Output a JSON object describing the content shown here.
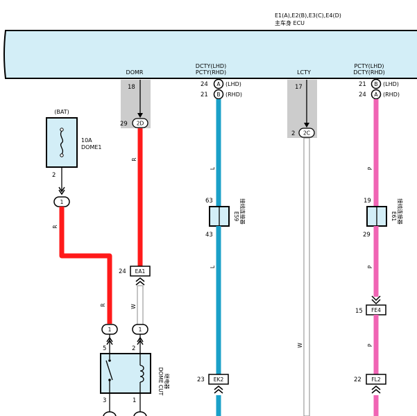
{
  "ecu": {
    "header_line1": "E1(A),E2(B),E3(C),E4(D)",
    "header_line2": "主车身 ECU",
    "panel_color": "#d3eef7",
    "signals": {
      "domr": "DOMR",
      "dcty_1": "DCTY(LHD)",
      "dcty_2": "PCTY(RHD)",
      "lcty": "LCTY",
      "pcty_1": "PCTY(LHD)",
      "pcty_2": "DCTY(RHD)"
    }
  },
  "colors": {
    "red_wire": "#ff1a1a",
    "blue_wire": "#1aa0c8",
    "pink_wire": "#f064b4",
    "gray_box": "#cccccc",
    "fill": "#d3eef7"
  },
  "fuse": {
    "source": "(BAT)",
    "rating": "10A",
    "name": "DOME1",
    "pin_out": "2",
    "conn": "1"
  },
  "domr_branch": {
    "pin_top": "18",
    "pin_mid": "29",
    "conn": "2D",
    "wire_color": "R",
    "lower_pin": "24",
    "lower_conn": "EA1",
    "white_wire": "W"
  },
  "bat_branch": {
    "wire_color_1": "R",
    "wire_color_2": "R"
  },
  "relay": {
    "name_line1": "DOME CUT",
    "name_line2": "继电器",
    "conn_left": "1",
    "conn_right": "1",
    "pin_5": "5",
    "pin_2": "2",
    "pin_3": "3",
    "pin_1": "1"
  },
  "blue_branch": {
    "pin_a": "24",
    "conn_a": "A",
    "mode_a": "(LHD)",
    "pin_b": "21",
    "conn_b": "B",
    "mode_b": "(RHD)",
    "wire_1": "L",
    "junc_top": "63",
    "junc_bot": "43",
    "junc_name": "E59",
    "junc_desc": "接线连接器",
    "wire_2": "L",
    "lower_pin": "23",
    "lower_conn": "EK2"
  },
  "lcty_branch": {
    "pin_top": "17",
    "pin_mid": "2",
    "conn": "2C",
    "wire": "W"
  },
  "pink_branch": {
    "pin_a": "21",
    "conn_a": "B",
    "mode_a": "(LHD)",
    "pin_b": "24",
    "conn_b": "A",
    "mode_b": "(RHD)",
    "wire_1": "P",
    "junc_top": "19",
    "junc_bot": "29",
    "junc_name": "E61",
    "junc_desc": "接线连接器",
    "wire_2": "P",
    "conn_fe4_pin": "15",
    "conn_fe4": "FE4",
    "wire_3": "P",
    "conn_fl2_pin": "22",
    "conn_fl2": "FL2"
  }
}
